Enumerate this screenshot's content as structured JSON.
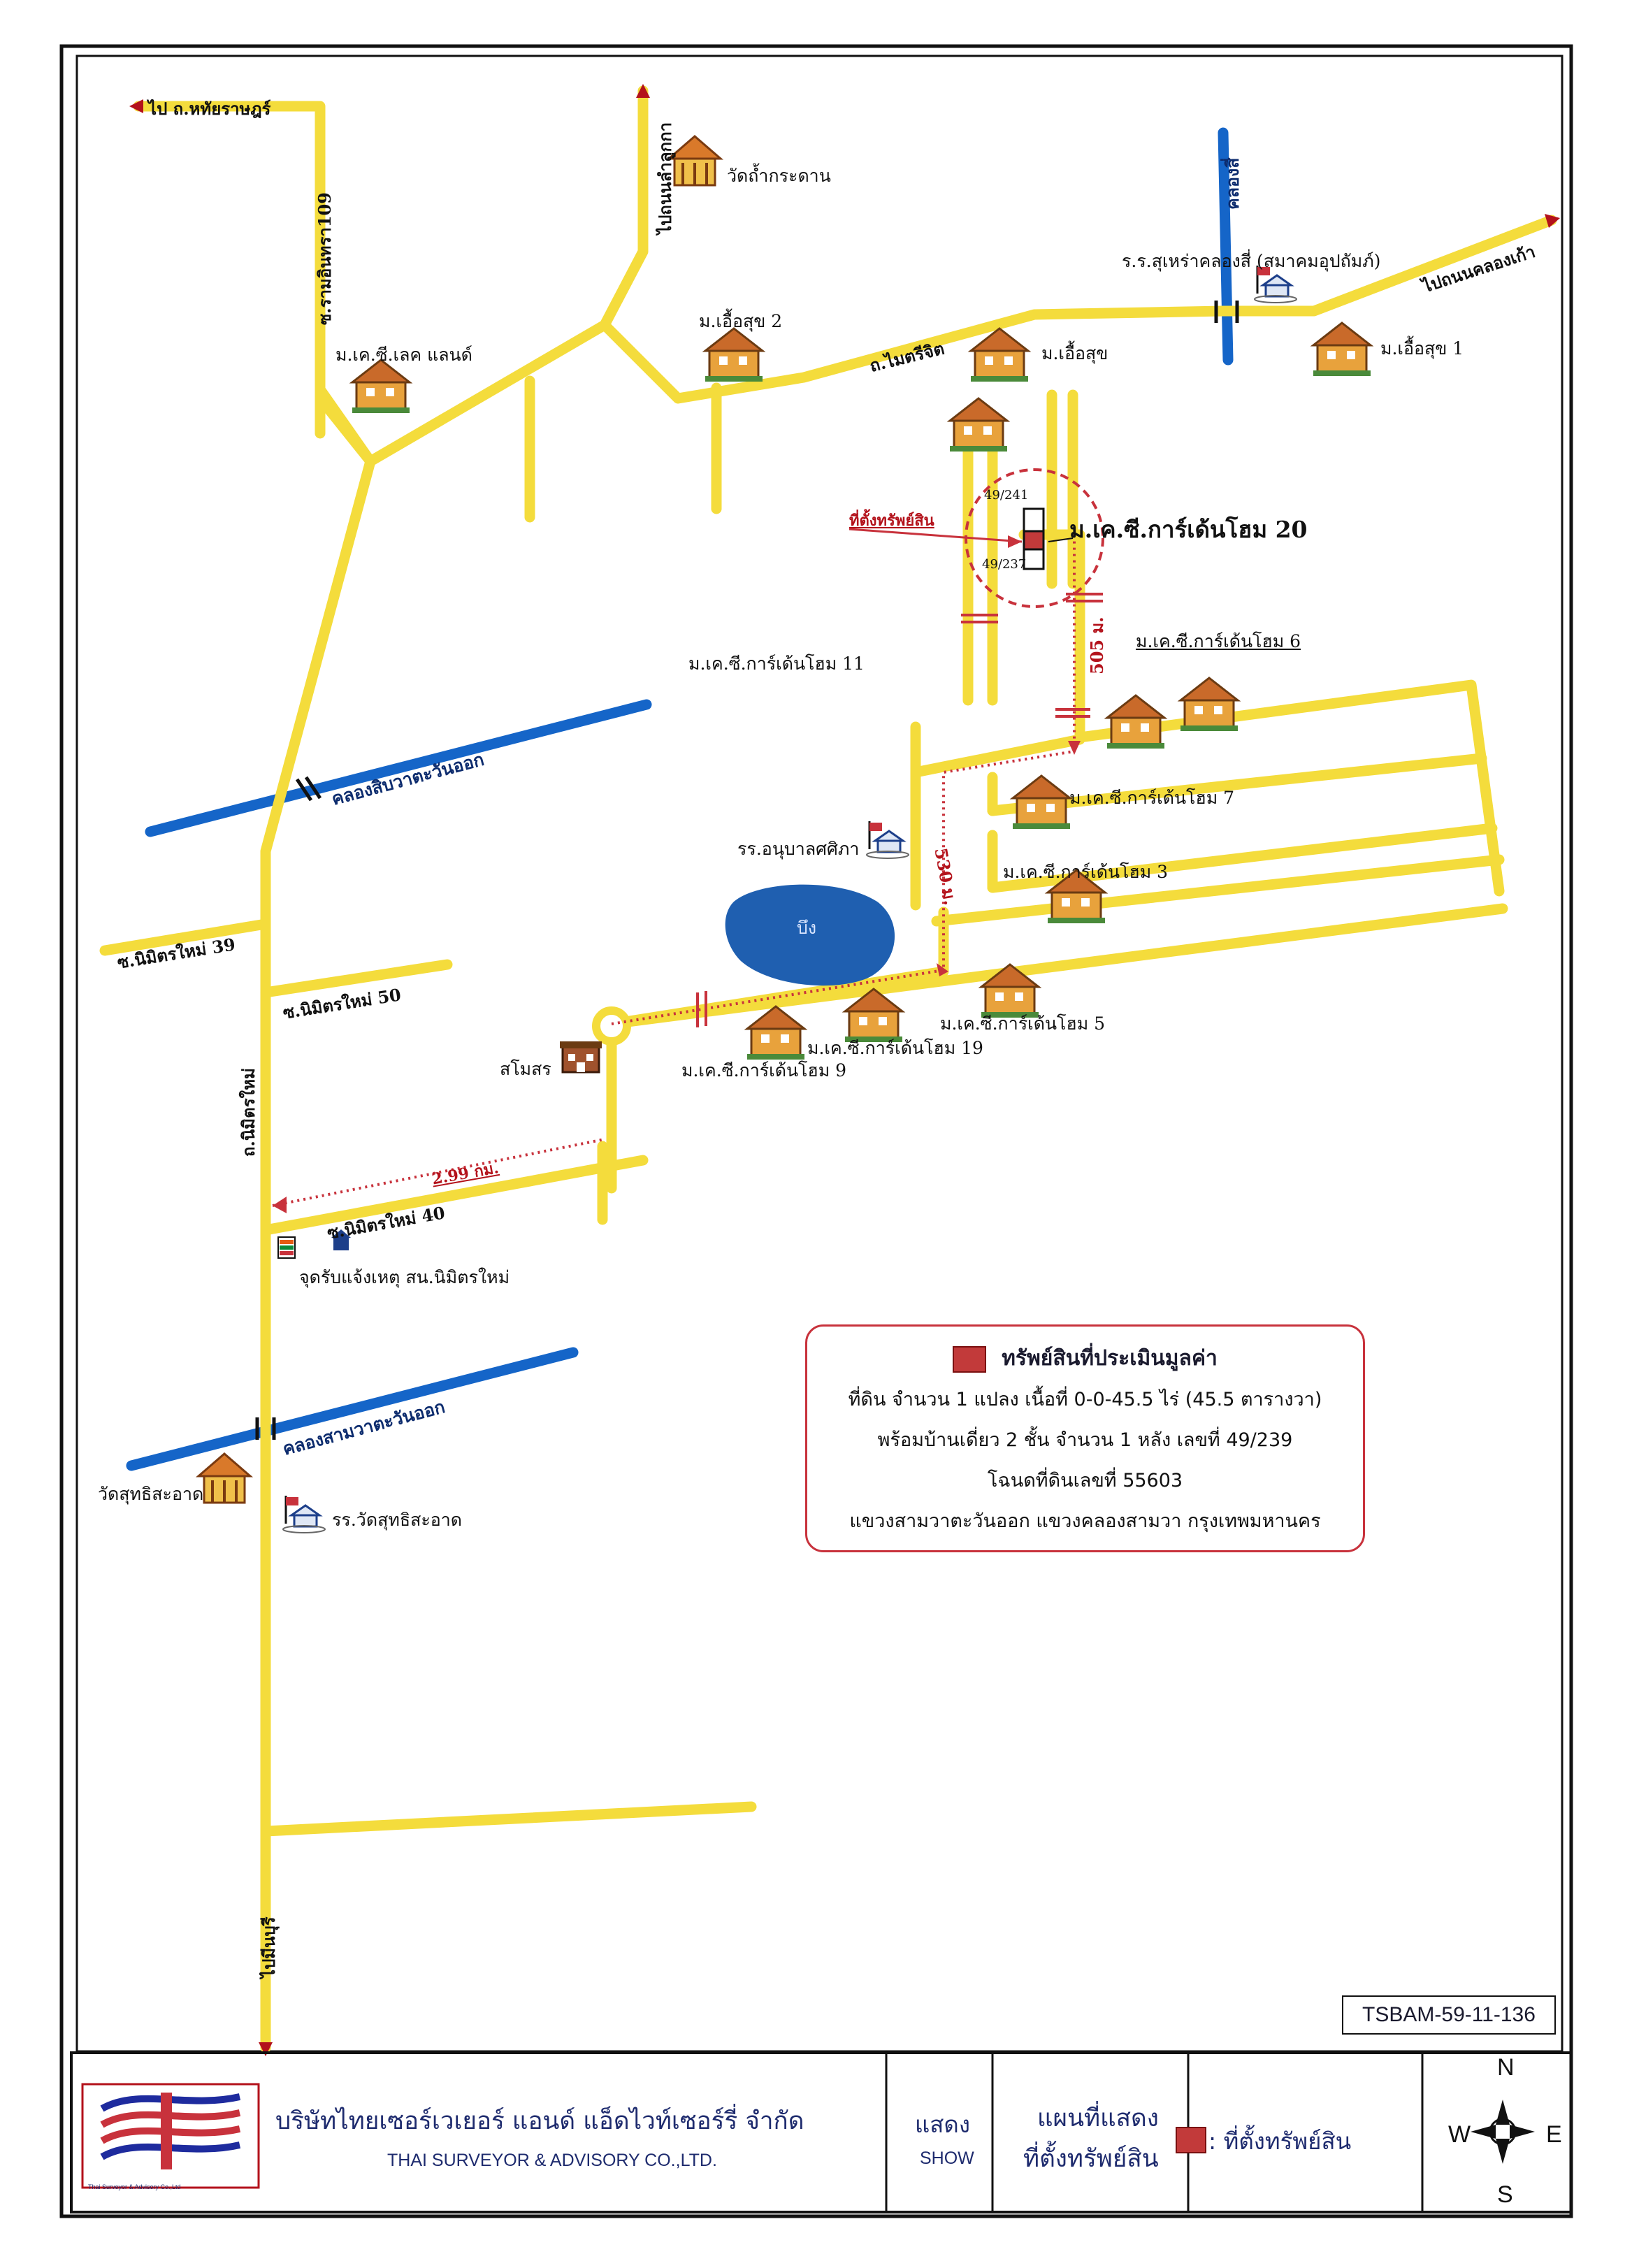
{
  "map": {
    "roads": {
      "to_thahan_rap": "ไป ถ.หทัยราษฎร์",
      "to_lam_luk_ka": "ไปถนนลำลูกกา",
      "to_khlong_kao": "ไปถนนคลองเก้า",
      "mai_tri_chit": "ถ.ไมตรีจิต",
      "ramintra_109": "ซ.รามอินทรา109",
      "soi_39": "ซ.นิมิตรใหม่ 39",
      "soi_50": "ซ.นิมิตรใหม่ 50",
      "soi_40": "ซ.นิมิตรใหม่ 40",
      "nimit_mai": "ถ.นิมิตรใหม่",
      "to_min_buri": "ไปมีนบุรี"
    },
    "canals": {
      "khlong_sip_wa_east": "คลองสิบวาตะวันออก",
      "khlong_sam_wa_east": "คลองสามวาตะวันออก",
      "khlong_si": "คลองสี่"
    },
    "places": {
      "wat_tham_kradan": "วัดถ้ำกระดาน",
      "school_khlong_si": "ร.ร.สุเหร่าคลองสี่ (สมาคมอุปถัมภ์)",
      "mu_uea_suk_2": "ม.เอื้อสุข 2",
      "mu_uea_suk": "ม.เอื้อสุข",
      "mu_uea_suk_1": "ม.เอื้อสุข 1",
      "mu_kc_lake_land": "ม.เค.ซี.เลค แลนด์",
      "mu_kc_11": "ม.เค.ซี.การ์เด้นโฮม 11",
      "mu_kc_20": "ม.เค.ซี.การ์เด้นโฮม 20",
      "mu_kc_6": "ม.เค.ซี.การ์เด้นโฮม 6",
      "mu_kc_7": "ม.เค.ซี.การ์เด้นโฮม 7",
      "mu_kc_3": "ม.เค.ซี.การ์เด้นโฮม 3",
      "mu_kc_5": "ม.เค.ซี.การ์เด้นโฮม 5",
      "mu_kc_19": "ม.เค.ซี.การ์เด้นโฮม 19",
      "mu_kc_9": "ม.เค.ซี.การ์เด้นโฮม 9",
      "kindergarten": "รร.อนุบาลศศิภา",
      "pond": "บึง",
      "roundabout": "สโมสร",
      "police_box": "จุดรับแจ้งเหตุ สน.นิมิตรใหม่",
      "wat_suthisa_at": "วัดสุทธิสะอาด",
      "school_wat_suthisa_at": "รร.วัดสุทธิสะอาด"
    },
    "property": {
      "label": "ที่ตั้งทรัพย์สิน",
      "plot_left": "49/241",
      "plot_right": "49/237"
    },
    "distances": {
      "d505": "505 ม.",
      "d530": "530 ม.",
      "d299": "2.99 กม."
    }
  },
  "info_box": {
    "title": "ทรัพย์สินที่ประเมินมูลค่า",
    "line1": "ที่ดิน จำนวน 1 แปลง เนื้อที่ 0-0-45.5 ไร่ (45.5 ตารางวา)",
    "line2": "พร้อมบ้านเดี่ยว 2 ชั้น จำนวน 1 หลัง เลขที่ 49/239",
    "line3": "โฉนดที่ดินเลขที่ 55603",
    "line4": "แขวงสามวาตะวันออก แขวงคลองสามวา กรุงเทพมหานคร"
  },
  "ref_code": "TSBAM-59-11-136",
  "title_block": {
    "logo_caption": "Thai Surveyor & Advisory Co.,Ltd",
    "company_th": "บริษัทไทยเซอร์เวเยอร์ แอนด์ แอ็ดไวท์เซอร์รี่ จำกัด",
    "company_en": "THAI SURVEYOR & ADVISORY CO.,LTD.",
    "show_th": "แสดง",
    "show_en": "SHOW",
    "map_title_1": "แผนที่แสดง",
    "map_title_2": "ที่ตั้งทรัพย์สิน",
    "legend": ": ที่ตั้งทรัพย์สิน",
    "compass": {
      "n": "N",
      "s": "S",
      "w": "W",
      "e": "E"
    }
  },
  "colors": {
    "road": "#f4dc3c",
    "canal": "#1565c8",
    "pond": "#1f5fb0",
    "route": "#c8323c",
    "property": "#c23a3a"
  }
}
